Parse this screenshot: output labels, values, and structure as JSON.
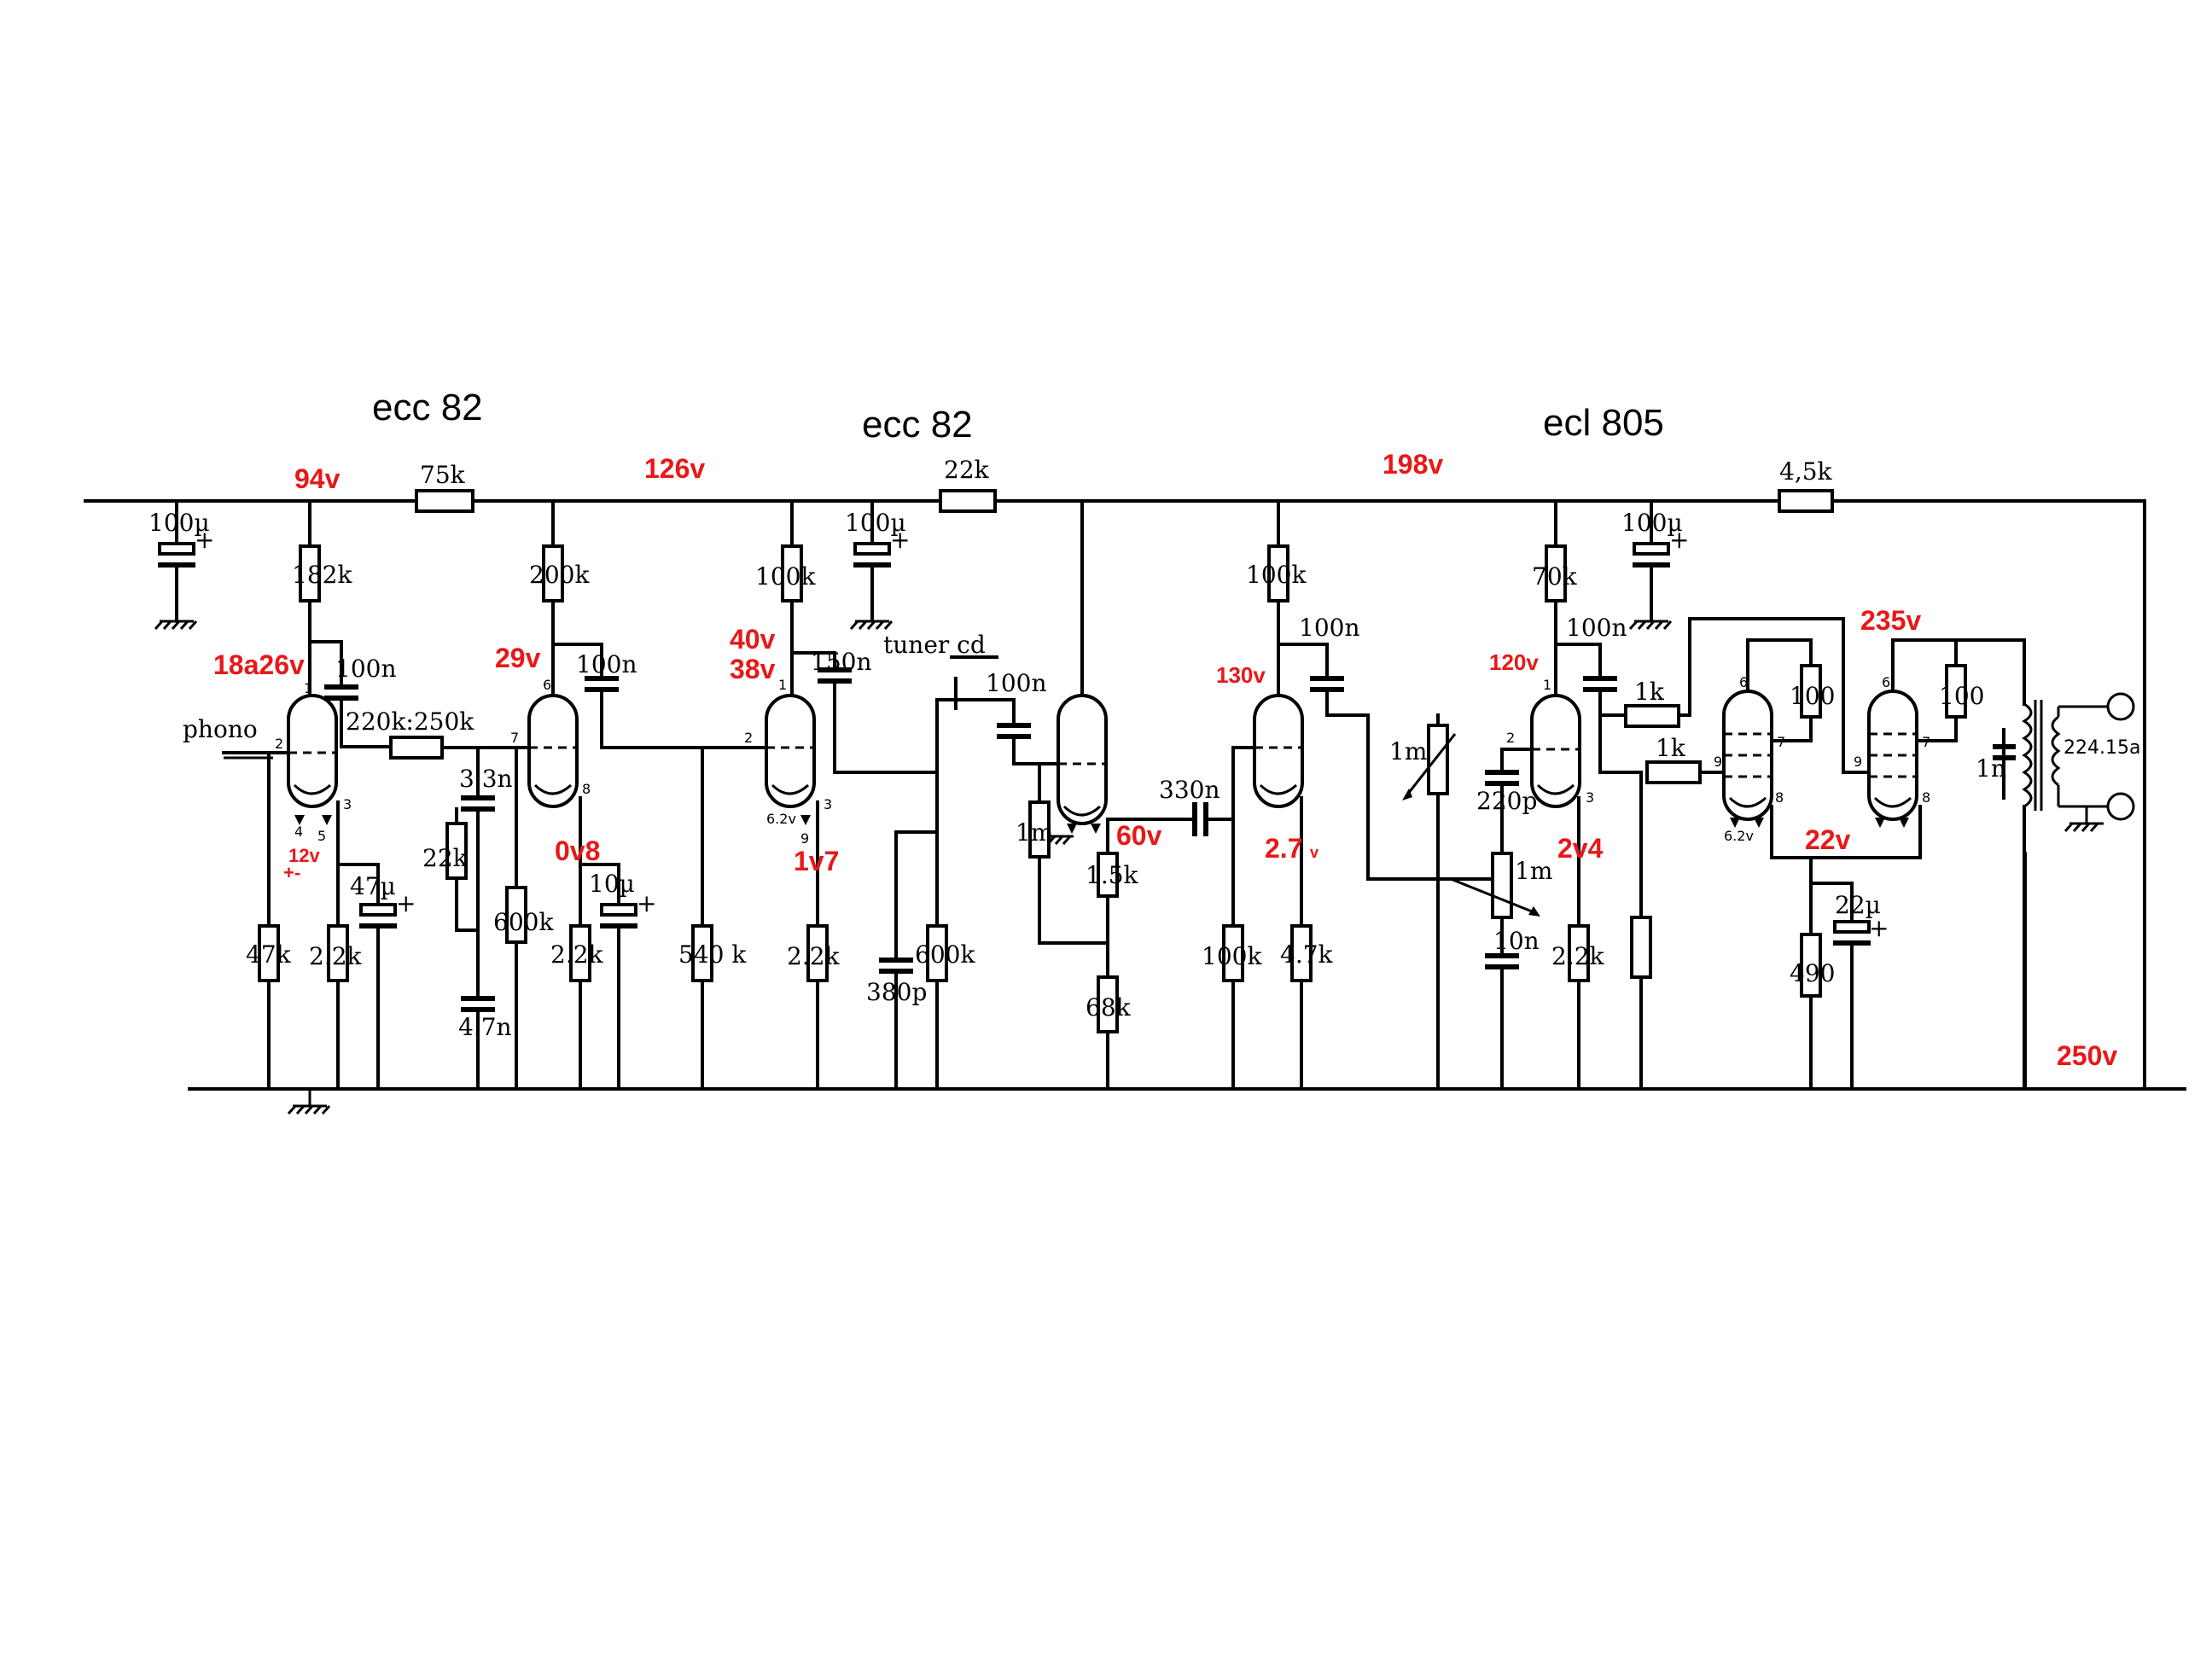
{
  "titles": {
    "stage1": "ecc 82",
    "stage2": "ecc 82",
    "stage3": "ecl 805"
  },
  "voltages": {
    "v94": "94v",
    "v126": "126v",
    "v198": "198v",
    "v18a26": "18a26v",
    "v29": "29v",
    "v40": "40v",
    "v38": "38v",
    "v130": "130v",
    "v120": "120v",
    "v235": "235v",
    "v12": "12v",
    "pm": "+-",
    "v0v8": "0v8",
    "v1v7": "1v7",
    "v60": "60v",
    "v2_7": "2.7",
    "v2_7unit": "v",
    "v2v4": "2v4",
    "v22": "22v",
    "v250": "250v"
  },
  "components": {
    "r75k": "75k",
    "r22k_top": "22k",
    "r4_5k": "4,5k",
    "c100u_1": "100µ",
    "c100u_2": "100µ",
    "c100u_3": "100µ",
    "r182k": "182k",
    "r200k": "200k",
    "r100k_1": "100k",
    "r100k_2": "100k",
    "r70k": "70k",
    "c100n_1": "100n",
    "c100n_2": "100n",
    "c150n": "150n",
    "c100n_3": "100n",
    "c100n_4": "100n",
    "c100n_5": "100n",
    "phono": "phono",
    "r220_250k": "220k:250k",
    "c3_3n": "3.3n",
    "r22k": "22k",
    "c47u": "47µ",
    "r47k": "47k",
    "r2_2k_1": "2.2k",
    "c4_7n": "4.7n",
    "r600k_1": "600k",
    "c10u": "10µ",
    "r2_2k_2": "2.2k",
    "r540k": "540 k",
    "r2_2k_3": "2.2k",
    "tuner": "tuner cd",
    "c380p": "380p",
    "r600k_2": "600k",
    "r1m_1": "1m",
    "r1_5k": "1.5k",
    "r68k": "68k",
    "c330n": "330n",
    "r100k_3": "100k",
    "r4_7k": "4.7k",
    "pot1m_1": "1m",
    "c220p": "220p",
    "pot1m_2": "1m",
    "c10n": "10n",
    "r2_2k_4": "2.2k",
    "r1k_1": "1k",
    "r1k_2": "1k",
    "r100_1": "100",
    "r100_2": "100",
    "r490": "490",
    "c22u": "22µ",
    "c1n": "1n",
    "transformer": "224.15a"
  },
  "pins": {
    "p1": "1",
    "p2": "2",
    "p3": "3",
    "p4": "4",
    "p5": "5",
    "p6": "6",
    "p7": "7",
    "p8": "8",
    "p9": "9",
    "h62": "6.2v"
  }
}
